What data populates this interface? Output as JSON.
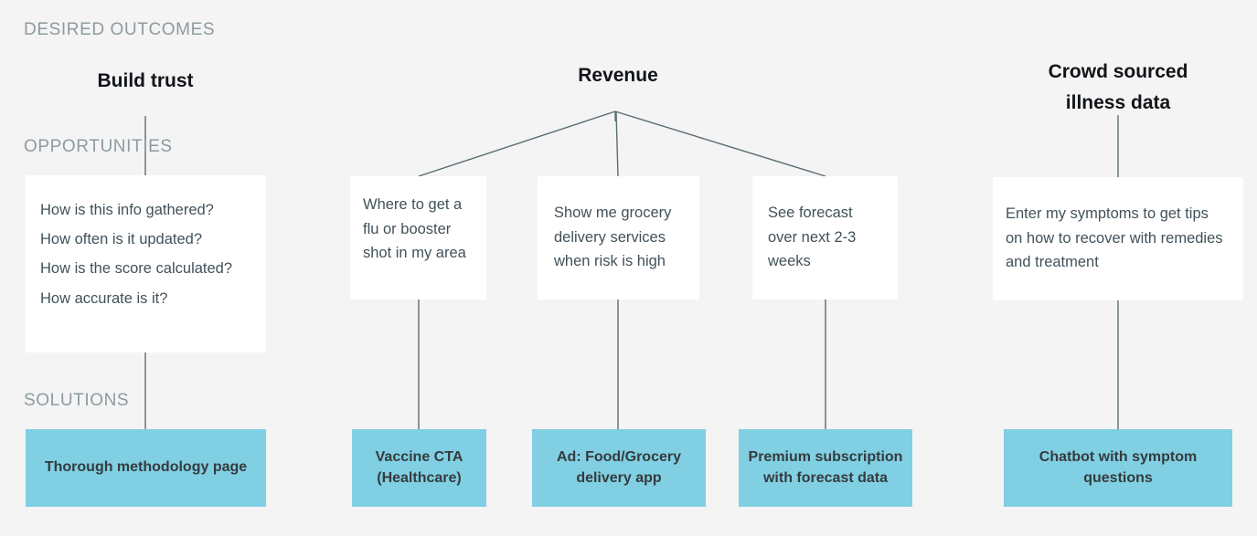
{
  "meta": {
    "background_color": "#f4f4f4",
    "card_color": "#ffffff",
    "solution_color": "#80cfe2",
    "label_color": "#8d9aa1",
    "connector_color": "#5b6d75"
  },
  "sections": {
    "outcomes_label": "DESIRED OUTCOMES",
    "opportunities_label": "OPPORTUNITIES",
    "solutions_label": "SOLUTIONS"
  },
  "outcomes": [
    {
      "id": "build-trust",
      "title": "Build trust"
    },
    {
      "id": "revenue",
      "title": "Revenue"
    },
    {
      "id": "crowd-sourced-illness-data",
      "title": "Crowd sourced illness data"
    }
  ],
  "opportunities": {
    "build_trust": {
      "questions": [
        "How is this info gathered?",
        "How often is it updated?",
        "How is the score calculated?",
        "How accurate is it?"
      ]
    },
    "vaccine": {
      "text": "Where to get a flu or booster shot in my area"
    },
    "grocery": {
      "text": "Show me grocery delivery services when risk is high"
    },
    "forecast": {
      "text": "See forecast over next 2-3 weeks"
    },
    "symptoms": {
      "text": "Enter my symptoms to get tips on how to recover with remedies and treatment"
    }
  },
  "solutions": [
    {
      "id": "methodology",
      "text": "Thorough methodology page"
    },
    {
      "id": "vaccine-cta",
      "text": "Vaccine CTA (Healthcare)"
    },
    {
      "id": "ad-delivery",
      "text": "Ad: Food/Grocery delivery app"
    },
    {
      "id": "premium-subscription",
      "text": "Premium subscription with forecast data"
    },
    {
      "id": "chatbot",
      "text": "Chatbot with symptom questions"
    }
  ]
}
